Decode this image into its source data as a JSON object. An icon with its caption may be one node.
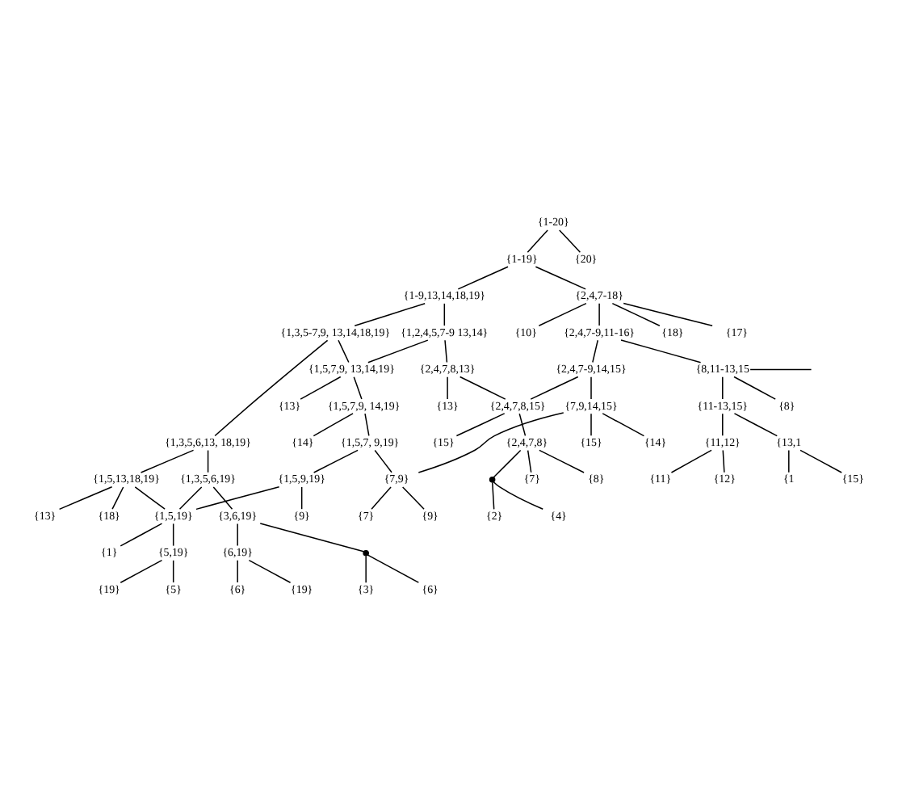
{
  "diagram": {
    "nodes": [
      {
        "text": [
          "{1-20}"
        ]
      },
      {
        "text": [
          "{1-19}"
        ]
      },
      {
        "text": [
          "{20}"
        ]
      },
      {
        "text": [
          "{1-9,13,14,18,19}"
        ]
      },
      {
        "text": [
          "{2,4,7-18}"
        ]
      },
      {
        "text": [
          "{18}"
        ]
      },
      {
        "text": [
          "{17}"
        ]
      },
      {
        "text": [
          "{10}"
        ]
      },
      {
        "text": [
          "{2,4,7-9,11-16}"
        ]
      },
      {
        "text": [
          "{1,3,5-7,9, 13,14,18,19}"
        ]
      },
      {
        "text": [
          "{1,2,4,5,7-9 13,14}"
        ]
      },
      {
        "text": [
          "{2,4,7,8,13}"
        ]
      },
      {
        "text": [
          "{2,4,7-9,14,15}"
        ]
      },
      {
        "text": [
          "{8,11-13,15"
        ]
      },
      {
        "text": [
          "{1,5,7,9, 13,14,19}"
        ]
      },
      {
        "text": [
          "{13}"
        ]
      },
      {
        "text": [
          "{11-13,15}"
        ]
      },
      {
        "text": [
          "{8}"
        ]
      },
      {
        "text": [
          "{1,3,5,6,13, 18,19}"
        ]
      },
      {
        "text": [
          "{13}"
        ]
      },
      {
        "text": [
          "{1,5,7,9, 14,19}"
        ]
      },
      {
        "text": [
          "{2,4,7,8,15}"
        ]
      },
      {
        "text": [
          "{7,9,14,15}"
        ]
      },
      {
        "text": [
          "{15}"
        ]
      },
      {
        "text": [
          "{14}"
        ]
      },
      {
        "text": [
          "{1,5,7, 9,19}"
        ]
      },
      {
        "text": [
          "{14}"
        ]
      },
      {
        "text": [
          "{15}"
        ]
      },
      {
        "text": [
          "{2,4,7,8}"
        ]
      },
      {
        "text": [
          "{1,3,5,6,19}"
        ]
      },
      {
        "text": [
          "{1,5,13,18,19}"
        ]
      },
      {
        "text": [
          "{13}"
        ]
      },
      {
        "text": [
          "{11,12}"
        ]
      },
      {
        "text": [
          "{13,1"
        ]
      },
      {
        "text": [
          "{7}"
        ]
      },
      {
        "text": [
          "{18}"
        ]
      },
      {
        "text": [
          "{1,5,9,19}"
        ]
      },
      {
        "text": [
          "{3,6,19}"
        ]
      },
      {
        "text": [
          "{1,5,19}"
        ]
      },
      {
        "text": [
          "{7,9}"
        ]
      },
      {
        "text": [
          "{8}"
        ]
      },
      {
        "text": [
          "{12}"
        ]
      },
      {
        "text": [
          "{11}"
        ]
      },
      {
        "text": [
          "{15}"
        ]
      },
      {
        "text": [
          "{1"
        ]
      },
      {
        "text": [
          "{6,19}"
        ]
      },
      {
        "text": [],
        "shape": "circle"
      },
      {
        "text": [
          "{9}"
        ]
      },
      {
        "text": [],
        "shape": "circle"
      },
      {
        "text": [
          "{1}"
        ]
      },
      {
        "text": [
          "{5,19}"
        ]
      },
      {
        "text": [
          "{6}"
        ]
      },
      {
        "text": [
          "{19}"
        ]
      },
      {
        "text": [
          "{3}"
        ]
      },
      {
        "text": [
          "{6}"
        ]
      },
      {
        "text": [
          "{9}"
        ]
      },
      {
        "text": [
          "{7}"
        ]
      },
      {
        "text": [
          "{4}"
        ]
      },
      {
        "text": [
          "{2}"
        ]
      },
      {
        "text": [
          "{19}"
        ]
      },
      {
        "text": [
          "{5}"
        ]
      }
    ],
    "edges": [
      {
        "from": 0,
        "to": 1,
        "arrow": "none"
      },
      {
        "from": 0,
        "to": 2,
        "arrow": "none"
      },
      {
        "from": 1,
        "to": 3,
        "arrow": "none"
      },
      {
        "from": 1,
        "to": 4,
        "arrow": "none"
      },
      {
        "from": 4,
        "to": 5,
        "arrow": "none"
      },
      {
        "from": 4,
        "to": 6,
        "arrow": "none"
      },
      {
        "from": 4,
        "to": 8,
        "arrow": "none"
      },
      {
        "from": 4,
        "to": 7,
        "arrow": "none"
      },
      {
        "from": 8,
        "to": 12,
        "arrow": "none"
      },
      {
        "from": 8,
        "to": 13,
        "arrow": "none"
      },
      {
        "from": 13,
        "to": 16,
        "arrow": "none"
      },
      {
        "from": 13,
        "to": 17,
        "arrow": "none"
      },
      {
        "from": 13,
        "to": null,
        "arrow": "none"
      },
      {
        "from": 16,
        "to": 32,
        "arrow": "none"
      },
      {
        "from": 16,
        "to": 33,
        "arrow": "none"
      },
      {
        "from": 32,
        "to": 41,
        "arrow": "none"
      },
      {
        "from": 32,
        "to": 42,
        "arrow": "none"
      },
      {
        "from": 33,
        "to": 43,
        "arrow": "none"
      },
      {
        "from": 33,
        "to": 44,
        "arrow": "none"
      },
      {
        "from": 12,
        "to": 22,
        "arrow": "none"
      },
      {
        "from": 12,
        "to": 21,
        "arrow": "none"
      },
      {
        "from": 22,
        "to": 26,
        "arrow": "none"
      },
      {
        "from": 22,
        "to": 27,
        "arrow": "none"
      },
      {
        "from": 22,
        "to": 39,
        "arrow": "none"
      },
      {
        "from": 39,
        "to": 55,
        "arrow": "none"
      },
      {
        "from": 39,
        "to": 56,
        "arrow": "none"
      },
      {
        "from": 21,
        "to": 23,
        "arrow": "none"
      },
      {
        "from": 21,
        "to": 28,
        "arrow": "none"
      },
      {
        "from": 28,
        "to": 34,
        "arrow": "none"
      },
      {
        "from": 28,
        "to": 40,
        "arrow": "none"
      },
      {
        "from": 28,
        "to": 48,
        "arrow": "none"
      },
      {
        "from": 48,
        "to": 57,
        "arrow": "none"
      },
      {
        "from": 48,
        "to": 58,
        "arrow": "none"
      },
      {
        "from": 3,
        "to": 9,
        "arrow": "none"
      },
      {
        "from": 3,
        "to": 10,
        "arrow": "none"
      },
      {
        "from": 10,
        "to": 14,
        "arrow": "none"
      },
      {
        "from": 10,
        "to": 11,
        "arrow": "none"
      },
      {
        "from": 11,
        "to": 15,
        "arrow": "none"
      },
      {
        "from": 11,
        "to": 21,
        "arrow": "none"
      },
      {
        "from": 9,
        "to": 18,
        "arrow": "none"
      },
      {
        "from": 9,
        "to": 14,
        "arrow": "none"
      },
      {
        "from": 14,
        "to": 19,
        "arrow": "none"
      },
      {
        "from": 14,
        "to": 20,
        "arrow": "none"
      },
      {
        "from": 20,
        "to": 24,
        "arrow": "none"
      },
      {
        "from": 20,
        "to": 25,
        "arrow": "none"
      },
      {
        "from": 25,
        "to": 39,
        "arrow": "none"
      },
      {
        "from": 25,
        "to": 36,
        "arrow": "none"
      },
      {
        "from": 36,
        "to": 38,
        "arrow": "none"
      },
      {
        "from": 36,
        "to": 47,
        "arrow": "none"
      },
      {
        "from": 18,
        "to": 29,
        "arrow": "none"
      },
      {
        "from": 18,
        "to": 30,
        "arrow": "none"
      },
      {
        "from": 30,
        "to": 31,
        "arrow": "none"
      },
      {
        "from": 30,
        "to": 35,
        "arrow": "none"
      },
      {
        "from": 30,
        "to": 38,
        "arrow": "none"
      },
      {
        "from": 29,
        "to": 37,
        "arrow": "none"
      },
      {
        "from": 29,
        "to": 38,
        "arrow": "none"
      },
      {
        "from": 37,
        "to": 45,
        "arrow": "none"
      },
      {
        "from": 37,
        "to": 46,
        "arrow": "none"
      },
      {
        "from": 45,
        "to": 51,
        "arrow": "none"
      },
      {
        "from": 45,
        "to": 52,
        "arrow": "none"
      },
      {
        "from": 46,
        "to": 53,
        "arrow": "none"
      },
      {
        "from": 46,
        "to": 54,
        "arrow": "none"
      },
      {
        "from": 38,
        "to": 49,
        "arrow": "none"
      },
      {
        "from": 38,
        "to": 50,
        "arrow": "none"
      },
      {
        "from": 50,
        "to": 59,
        "arrow": "none"
      },
      {
        "from": 50,
        "to": 60,
        "arrow": "none"
      }
    ]
  }
}
